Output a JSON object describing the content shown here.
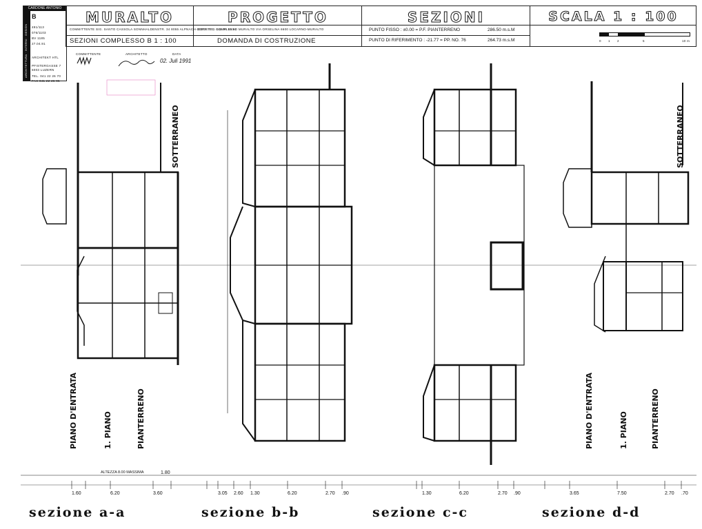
{
  "logo": {
    "name": "CARDONE ANTONIO",
    "letter": "B",
    "refs": [
      "491/113",
      "076/1103",
      "BV 1185",
      "27.04.91"
    ],
    "side_text": "ARCHITETTURA · INTERNI · DESIGN"
  },
  "title_block": {
    "project": "MURALTO",
    "drawing_kind": "PROGETTO",
    "drawing_type": "SEZIONI",
    "scale": "SCALA 1 : 100",
    "committente": "COMMITTENTE  SIG. SANTO CASSOLA   SONNHALDENSTR. 34  8055 ALPNACH-DORF   TEL. 041 96 16 61",
    "oggetto": "OGGETTO  COMPLESSO MURALTO   VIA ORSELINA   6600 LOCARNO-MURALTO",
    "sub_left": "SEZIONI COMPLESSO B  1 : 100",
    "sub_mid": "DOMANDA DI COSTRUZIONE",
    "punto_fisso": "PUNTO FISSO : ±0.00 = P.F. PIANTERRENO",
    "punto_fisso_val": "286.50 m.s.M",
    "punto_rif": "PUNTO DI RIFERIMENTO : -21.77 = PP. NO. 76",
    "punto_rif_val": "264.73 m.s.M",
    "scale_ticks": [
      "0",
      "1",
      "2",
      "5",
      "10 m"
    ]
  },
  "architect": {
    "label": "ARCHITEKT  HTL",
    "address1": "PFISTERGASSE 7",
    "address2": "6003   LUZERN",
    "tel": "TEL.  041 22 26 70",
    "fax": "FAX  041 22 26 95"
  },
  "signatures": {
    "committente_label": "COMMITTENTE",
    "architetto_label": "ARCHITETTO",
    "data_label": "DATA",
    "date": "02. Juli 1991"
  },
  "sections": [
    {
      "title": "sezione a-a",
      "labels": [
        "PIANO D'ENTRATA",
        "1. PIANO",
        "PIANTERRENO",
        "SOTTERRANEO"
      ],
      "dims": [
        "1.60",
        "6.20",
        "3.60",
        "ALTEZZA 8.00 MASSIMA",
        "1.80"
      ]
    },
    {
      "title": "sezione b-b",
      "dims": [
        "3.05",
        "2.60",
        "1.30",
        "6.20",
        "2.70",
        ".90"
      ]
    },
    {
      "title": "sezione c-c",
      "dims": [
        "1.30",
        "6.20",
        "2.70",
        ".90"
      ]
    },
    {
      "title": "sezione d-d",
      "labels": [
        "PIANO D'ENTRATA",
        "1. PIANO",
        "PIANTERRENO",
        "SOTTERRANEO"
      ],
      "dims": [
        "3.65",
        "7.50",
        "2.70",
        ".70"
      ]
    }
  ]
}
